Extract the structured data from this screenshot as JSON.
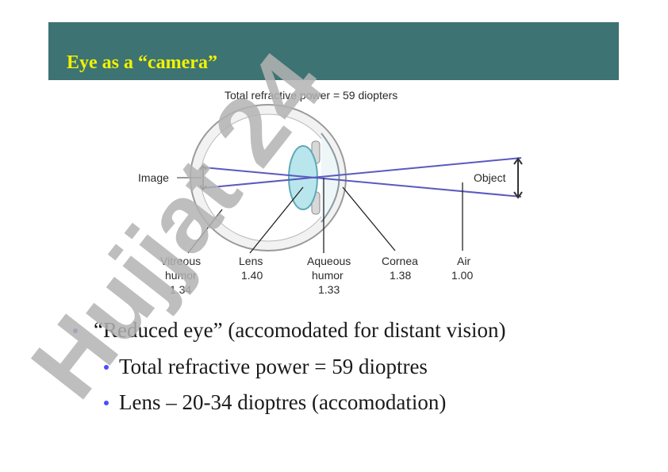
{
  "slide": {
    "title": "Eye as a “camera”"
  },
  "figure": {
    "top_label": "Total refractive power = 59 diopters",
    "image_label": "Image",
    "object_label": "Object",
    "labels": [
      {
        "name": "Vitreous",
        "sub": "humor",
        "value": "1.34"
      },
      {
        "name": "Lens",
        "sub": "",
        "value": "1.40"
      },
      {
        "name": "Aqueous",
        "sub": "humor",
        "value": "1.33"
      },
      {
        "name": "Cornea",
        "sub": "",
        "value": "1.38"
      },
      {
        "name": "Air",
        "sub": "",
        "value": "1.00"
      }
    ]
  },
  "bullets": {
    "b1": "“Reduced eye” (accomodated for distant vision)",
    "b2": "Total refractive power = 59 dioptres",
    "b3": "Lens – 20-34 dioptres (accomodation)"
  },
  "watermark": {
    "text": "Hujjat 24",
    "colors": {
      "gray": "#b3b3b3",
      "purple": "#b9b3ee"
    }
  }
}
